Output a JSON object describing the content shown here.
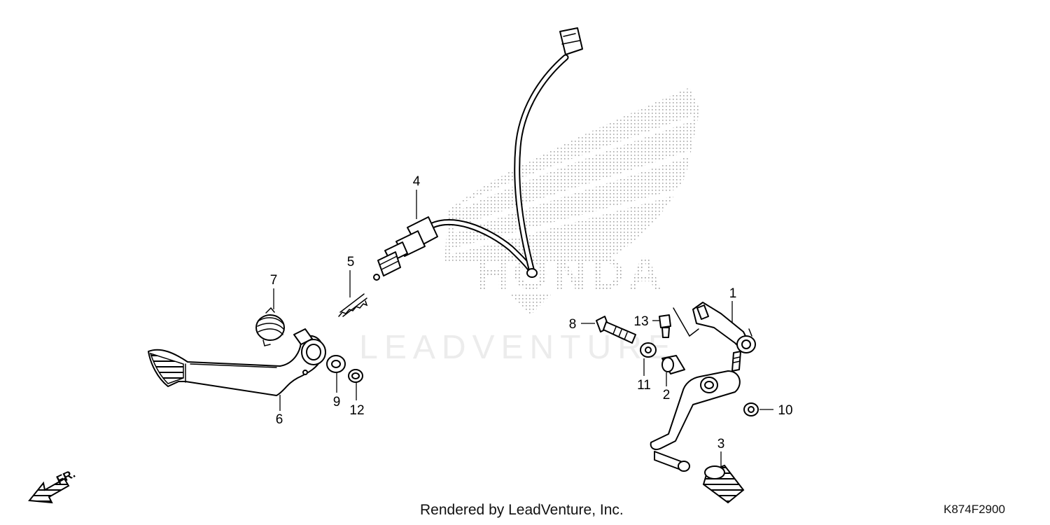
{
  "watermark": {
    "brand": "HONDA",
    "dealer": "LEADVENTURE"
  },
  "callouts": [
    {
      "id": "1",
      "label": "1"
    },
    {
      "id": "2",
      "label": "2"
    },
    {
      "id": "3",
      "label": "3"
    },
    {
      "id": "4",
      "label": "4"
    },
    {
      "id": "5",
      "label": "5"
    },
    {
      "id": "6",
      "label": "6"
    },
    {
      "id": "7",
      "label": "7"
    },
    {
      "id": "8",
      "label": "8"
    },
    {
      "id": "9",
      "label": "9"
    },
    {
      "id": "10",
      "label": "10"
    },
    {
      "id": "11",
      "label": "11"
    },
    {
      "id": "12",
      "label": "12"
    },
    {
      "id": "13",
      "label": "13"
    }
  ],
  "direction_indicator": "FR.",
  "footer": {
    "rendered_by": "Rendered by LeadVenture, Inc.",
    "diagram_code": "K874F2900"
  }
}
